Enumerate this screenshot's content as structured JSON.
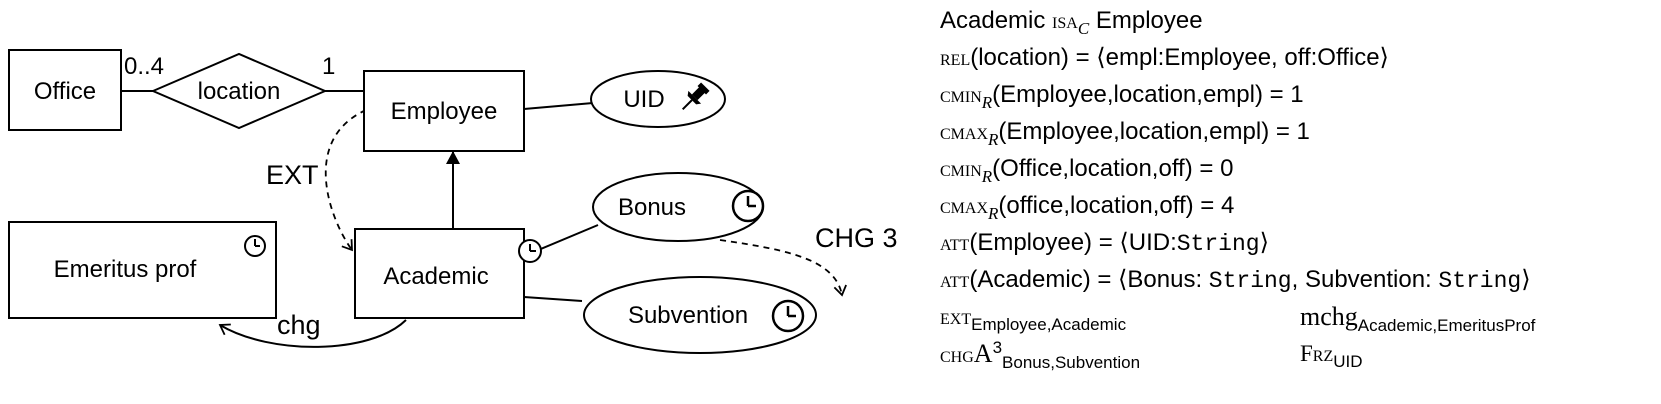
{
  "diagram": {
    "entities": {
      "office": "Office",
      "employee": "Employee",
      "academic": "Academic",
      "emeritus": "Emeritus prof"
    },
    "relationship": "location",
    "attributes": {
      "uid": "UID",
      "bonus": "Bonus",
      "subvention": "Subvention"
    },
    "cardinalities": {
      "office_side": "0..4",
      "employee_side": "1"
    },
    "edge_labels": {
      "ext": "EXT",
      "chg": "chg",
      "chg3": "CHG 3"
    },
    "icons": {
      "temporal": "clock-icon",
      "frozen": "pushpin-icon"
    }
  },
  "formulas": {
    "l1": {
      "a": "Academic ",
      "op": "isa",
      "sub": "C",
      "b": " Employee"
    },
    "l2": {
      "op": "rel",
      "a": "(location) = ⟨empl:Employee, off:Office⟩"
    },
    "l3": {
      "op": "cmin",
      "sub": "R",
      "a": "(Employee,location,empl) = 1"
    },
    "l4": {
      "op": "cmax",
      "sub": "R",
      "a": "(Employee,location,empl) = 1"
    },
    "l5": {
      "op": "cmin",
      "sub": "R",
      "a": "(Office,location,off) = 0"
    },
    "l6": {
      "op": "cmax",
      "sub": "R",
      "a": "(office,location,off) = 4"
    },
    "l7": {
      "op": "att",
      "a": "(Employee) = ⟨UID:",
      "t1": "String",
      "b": "⟩"
    },
    "l8": {
      "op": "att",
      "a": "(Academic) = ⟨Bonus: ",
      "t1": "String",
      "b": ", Subvention: ",
      "t2": "String",
      "c": "⟩"
    },
    "l9": {
      "op": "ext",
      "sub": "Employee,Academic",
      "op2": "mchg",
      "sub2": "Academic,EmeritusProf"
    },
    "l10": {
      "op": "chg",
      "op_b": "A",
      "sup": "3",
      "sub": "Bonus,Subvention",
      "op2": "Frz",
      "sub2": "UID"
    }
  }
}
